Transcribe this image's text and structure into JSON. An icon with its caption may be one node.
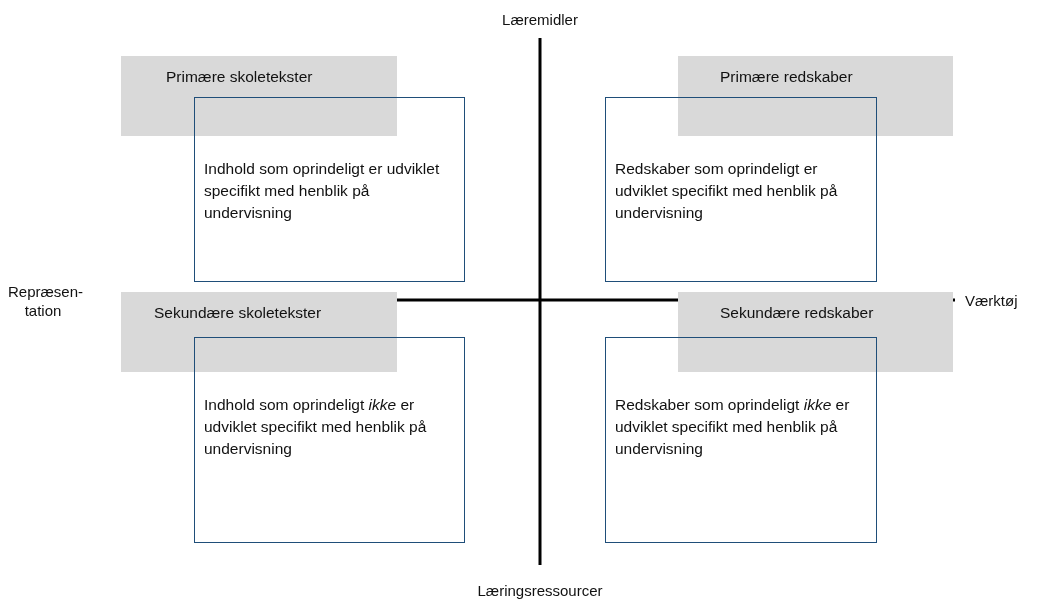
{
  "diagram": {
    "nodes": [
      {
        "text": [
          "Primære skoletekster"
        ]
      },
      {
        "text": [
          "Indhold som oprindeligt er udviklet specifikt med henblik på undervisning"
        ]
      },
      {
        "text": [
          "Primære redskaber"
        ]
      },
      {
        "text": [
          "Redskaber som oprindeligt er udviklet specifikt med henblik på undervisning"
        ]
      },
      {
        "text": [
          "Sekundære skoletekster"
        ]
      },
      {
        "text": [
          "Indhold som oprindeligt *ikke* er udviklet specifikt med henblik på undervisning"
        ]
      },
      {
        "text": [
          "Sekundære redskaber"
        ]
      },
      {
        "text": [
          "Redskaber som oprindeligt *ikke* er udviklet specifikt med henblik på undervisning"
        ]
      }
    ],
    "edges": [],
    "labels": [
      "Læremidler",
      "Repræsen-tation",
      "Værktøj",
      "Læringsressourcer"
    ]
  }
}
